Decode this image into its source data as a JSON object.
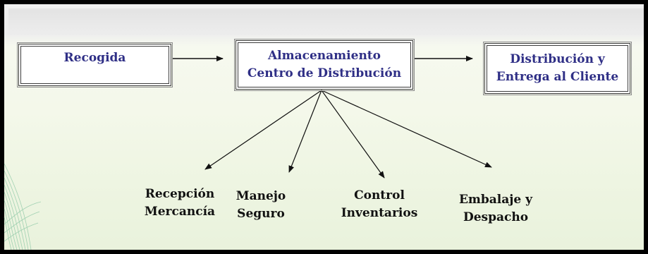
{
  "process": {
    "step1": "Recogida",
    "step2_line1": "Almacenamiento",
    "step2_line2": "Centro de Distribución",
    "step3_line1": "Distribución y",
    "step3_line2": "Entrega al Cliente"
  },
  "activities": [
    {
      "line1": "Recepción",
      "line2": "Mercancía"
    },
    {
      "line1": "Manejo",
      "line2": "Seguro"
    },
    {
      "line1": "Control",
      "line2": "Inventarios"
    },
    {
      "line1": "Embalaje y",
      "line2": "Despacho"
    }
  ],
  "colors": {
    "box_text": "#2f2f86",
    "label_text": "#111111",
    "arrow": "#111111",
    "frame": "#000000"
  }
}
